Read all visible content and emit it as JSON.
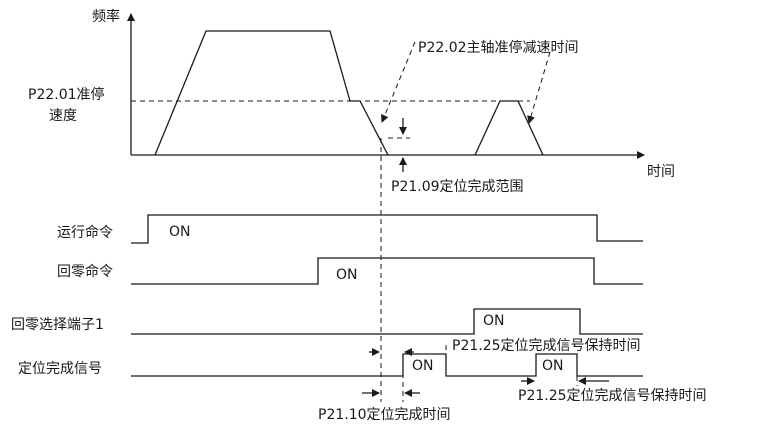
{
  "speed_plot": {
    "y_axis_label": "频率",
    "x_axis_label": "时间",
    "stop_speed_label_line1": "P22.01准停",
    "stop_speed_label_line2": "速度",
    "decel_time_label": "P22.02主轴准停减速时间",
    "position_range_label": "P21.09定位完成范围"
  },
  "signals": [
    {
      "label": "运行命令",
      "state": "ON"
    },
    {
      "label": "回零命令",
      "state": "ON"
    },
    {
      "label": "回零选择端子1",
      "state": "ON"
    },
    {
      "label": "定位完成信号",
      "state": "ON",
      "state2": "ON"
    }
  ],
  "annotations": {
    "hold_time_1": "P21.25定位完成信号保持时间",
    "hold_time_2": "P21.25定位完成信号保持时间",
    "complete_time": "P21.10定位完成时间"
  }
}
